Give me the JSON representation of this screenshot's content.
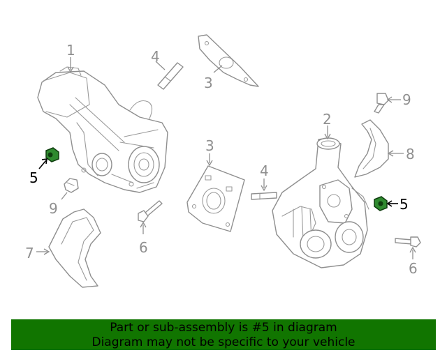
{
  "callouts": {
    "turbo_left": "1",
    "stud_top": "4",
    "gasket_top": "3",
    "bolt_top_right": "9",
    "turbo_right": "2",
    "heatshield_right": "8",
    "nut_left": "5",
    "bracket_left": "9",
    "heatshield_left": "7",
    "bolt_center": "6",
    "gasket_center": "3",
    "stud_center": "4",
    "nut_right": "5",
    "bolt_right": "6"
  },
  "banner": {
    "line1": "Part or sub-assembly is #5 in diagram",
    "line2": "Diagram may not be specific to your vehicle"
  },
  "colors": {
    "banner_bg": "#117500",
    "highlight_part": "#2f8a2f",
    "line_art": "#8f8f8f"
  }
}
